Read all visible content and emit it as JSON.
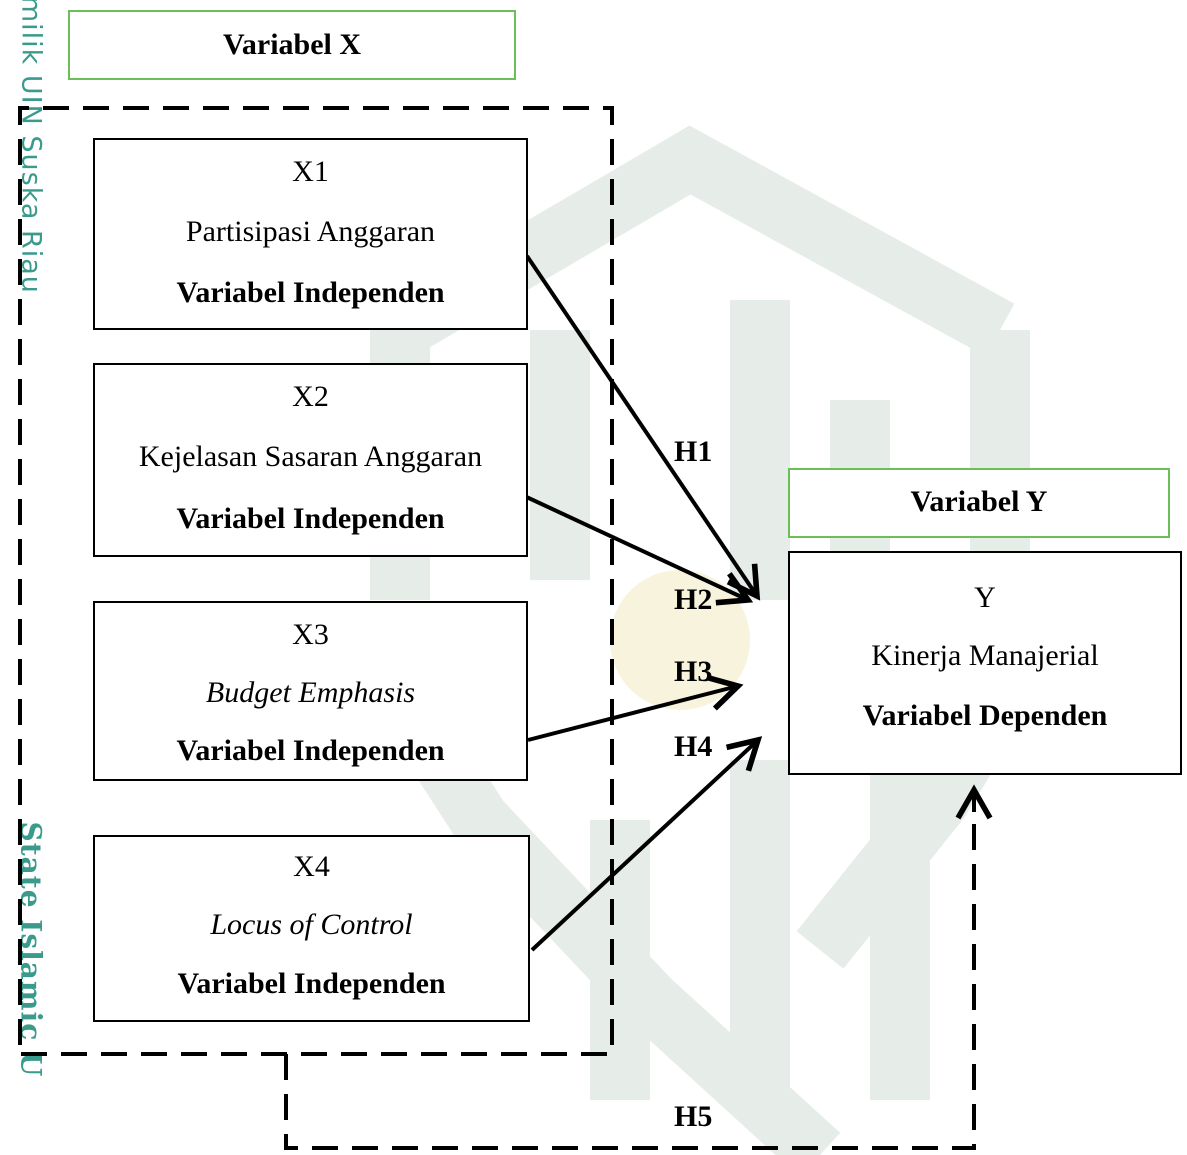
{
  "watermark": {
    "line1": "ipta milik UIN Suska Riau",
    "line2": "State Islamic U",
    "logo_color": "#9fb8a4",
    "accent_color": "#3a9a8c"
  },
  "variable_x_label": "Variabel X",
  "variable_y_label": "Variabel Y",
  "independents": [
    {
      "code": "X1",
      "name": "Partisipasi Anggaran",
      "italic": false,
      "role": "Variabel Independen"
    },
    {
      "code": "X2",
      "name": "Kejelasan Sasaran Anggaran",
      "italic": false,
      "role": "Variabel Independen"
    },
    {
      "code": "X3",
      "name": "Budget Emphasis",
      "italic": true,
      "role": "Variabel Independen"
    },
    {
      "code": "X4",
      "name": "Locus of Control",
      "italic": true,
      "role": "Variabel Independen"
    }
  ],
  "dependent": {
    "code": "Y",
    "name": "Kinerja Manajerial",
    "role": "Variabel Dependen"
  },
  "hypotheses": [
    "H1",
    "H2",
    "H3",
    "H4",
    "H5"
  ]
}
